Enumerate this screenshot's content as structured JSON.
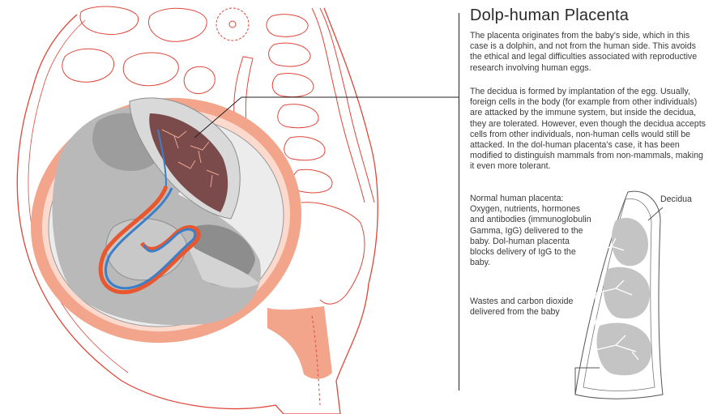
{
  "title": "Dolp-human Placenta",
  "paragraphs": {
    "intro": "The placenta originates from the baby's side, which in this case is a dolphin, and not from the human side. This avoids the ethical and legal difficulties associated with reproductive research involving human eggs.",
    "decidua": "The decidua is formed by implantation of the egg. Usually, foreign cells in the body (for example from other individuals) are attacked by the immune system, but inside the decidua, they are tolerated. However, even though the decidua accepts cells from other individuals, non-human cells would still be attacked. In the dol-human placenta's case, it has been modified to distinguish mammals from non-mammals, making it even more tolerant."
  },
  "side_notes": {
    "normal": "Normal human placenta: Oxygen, nutrients, hormones and antibodies (immunoglobulin Gamma, IgG) delivered to the baby. Dol-human placenta blocks delivery of IgG to the baby.",
    "wastes": "Wastes and carbon dioxide delivered from the baby"
  },
  "diagram_labels": {
    "decidua": "Decidua"
  },
  "colors": {
    "outline_red": "#e0463a",
    "uterus_salmon": "#f3a58c",
    "uterus_pale": "#fbd9cc",
    "fetus_gray": "#b9b9b9",
    "fetus_dark": "#8d8d8d",
    "placenta_brown": "#7b4a4a",
    "cord_orange": "#e8572e",
    "cord_blue": "#3b7fc9"
  }
}
